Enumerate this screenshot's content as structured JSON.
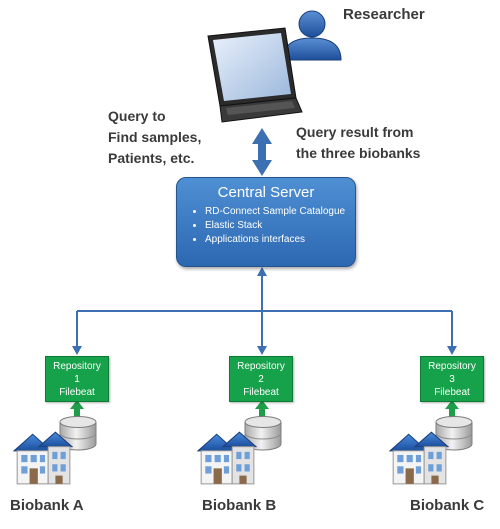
{
  "researcher": {
    "label": "Researcher"
  },
  "query": {
    "line1": "Query to",
    "line2": "Find samples,",
    "line3": "Patients, etc."
  },
  "result": {
    "line1": "Query result from",
    "line2": "the three biobanks"
  },
  "central_server": {
    "title": "Central Server",
    "items": [
      "RD-Connect Sample Catalogue",
      "Elastic Stack",
      "Applications interfaces"
    ]
  },
  "repositories": [
    {
      "name": "Repository",
      "number": "1",
      "agent": "Filebeat"
    },
    {
      "name": "Repository",
      "number": "2",
      "agent": "Filebeat"
    },
    {
      "name": "Repository",
      "number": "3",
      "agent": "Filebeat"
    }
  ],
  "biobanks": [
    "Biobank A",
    "Biobank B",
    "Biobank C"
  ],
  "colors": {
    "server_blue": "#2c68b2",
    "repository_green": "#16a24a",
    "connector_blue": "#3d70b2",
    "arrow_green": "#1f9e49"
  }
}
